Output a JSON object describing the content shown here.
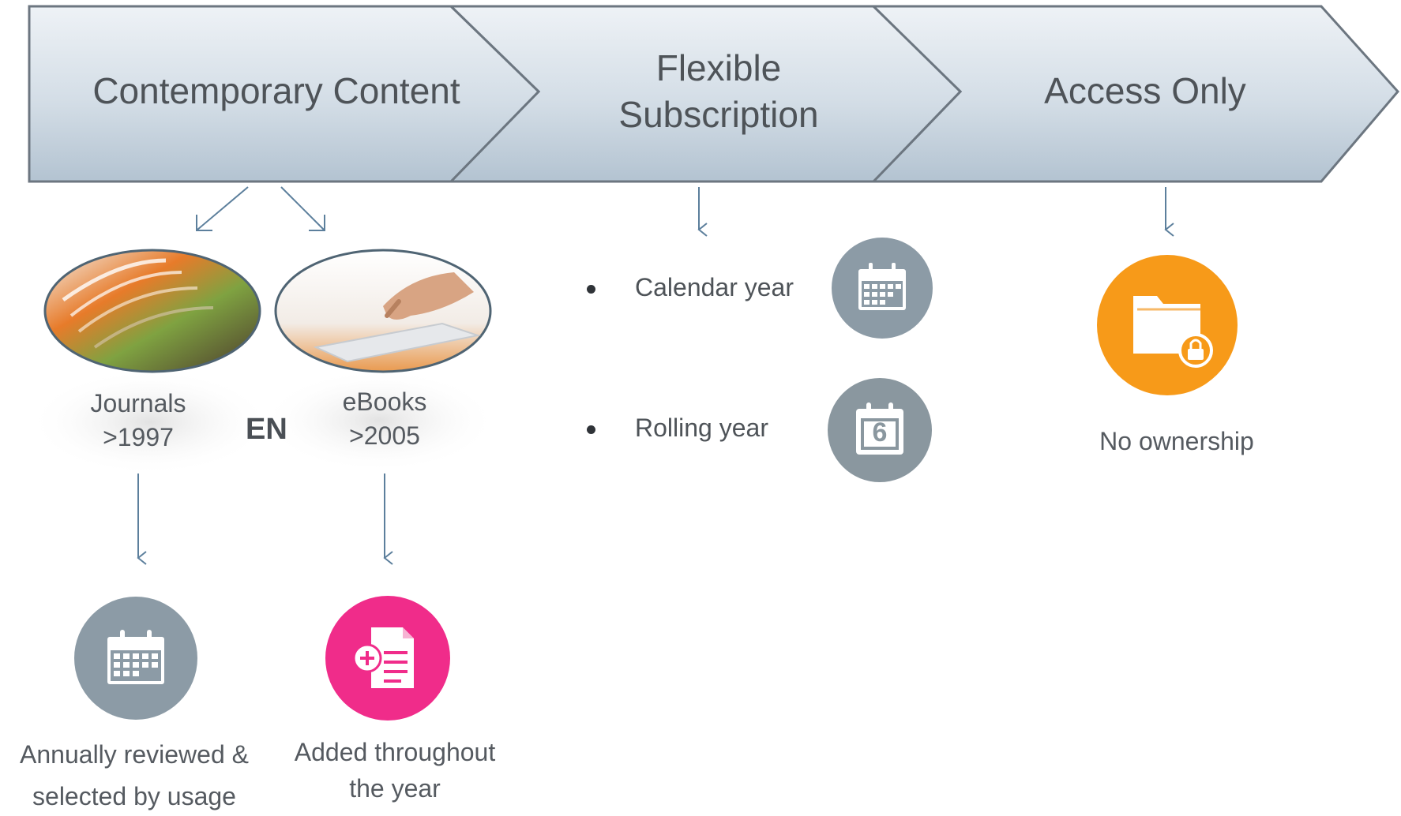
{
  "chevrons": [
    {
      "label": "Contemporary Content"
    },
    {
      "label": "Flexible Subscription",
      "line1": "Flexible",
      "line2": "Subscription"
    },
    {
      "label": "Access Only"
    }
  ],
  "content": {
    "journals": {
      "label": "Journals",
      "since": ">1997",
      "desc_line1": "Annually reviewed &",
      "desc_line2": "selected by usage",
      "icon": "calendar-icon"
    },
    "joiner": "EN",
    "ebooks": {
      "label": "eBooks",
      "since": ">2005",
      "desc_line1": "Added throughout",
      "desc_line2": "the year",
      "icon": "add-document-icon"
    }
  },
  "subscription": {
    "options": [
      {
        "label": "Calendar year",
        "icon": "calendar-icon"
      },
      {
        "label": "Rolling year",
        "icon": "calendar-day-icon",
        "day": "6"
      }
    ]
  },
  "access": {
    "label": "No ownership",
    "icon": "locked-folder-icon"
  },
  "colors": {
    "chevron_top": "#eef2f6",
    "chevron_bottom": "#b3c3d1",
    "chevron_edge": "#6c7680",
    "arrow": "#5c7f9c",
    "gray_circle": "#8c9ba6",
    "pink": "#f02c8a",
    "orange": "#f79a19"
  }
}
